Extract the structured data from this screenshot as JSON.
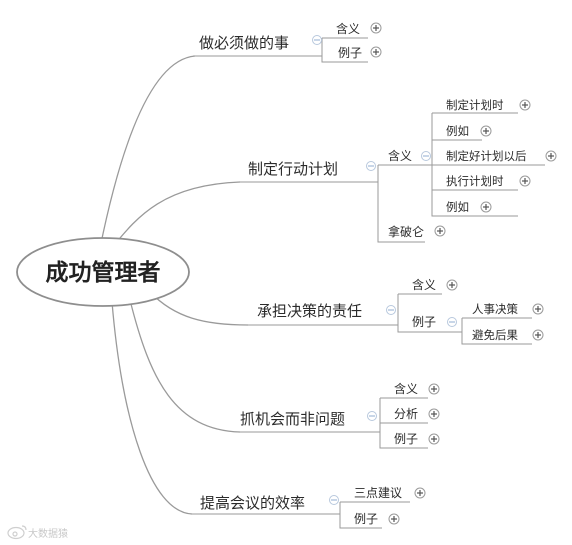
{
  "mindmap": {
    "root": "成功管理者",
    "branches": [
      {
        "label": "做必须做的事",
        "children": [
          "含义",
          "例子"
        ]
      },
      {
        "label": "制定行动计划",
        "children": [
          "含义",
          "拿破仑"
        ],
        "meaning_children": [
          "制定计划时",
          "例如",
          "制定好计划以后",
          "执行计划时",
          "例如"
        ]
      },
      {
        "label": "承担决策的责任",
        "children": [
          "含义",
          "例子"
        ],
        "example_children": [
          "人事决策",
          "避免后果"
        ]
      },
      {
        "label": "抓机会而非问题",
        "children": [
          "含义",
          "分析",
          "例子"
        ]
      },
      {
        "label": "提高会议的效率",
        "children": [
          "三点建议",
          "例子"
        ]
      }
    ]
  },
  "watermark": "大数据猿",
  "icons": {
    "expand": "plus-circle-icon",
    "collapse": "minus-collapse-icon",
    "watermark": "weibo-logo-icon"
  }
}
